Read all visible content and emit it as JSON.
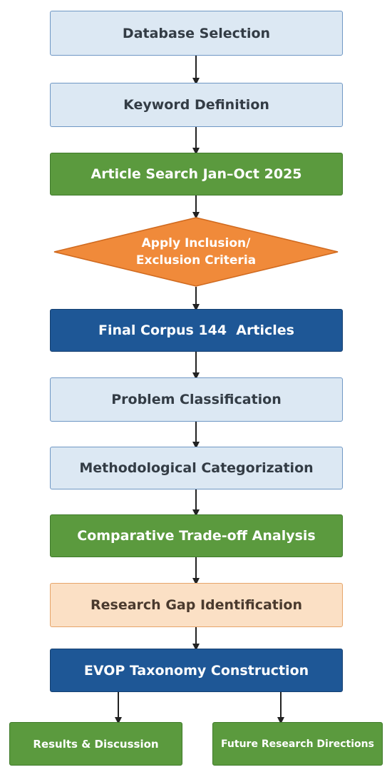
{
  "steps": {
    "database_selection": "Database Selection",
    "keyword_definition": "Keyword Definition",
    "article_search": "Article Search Jan–Oct 2025",
    "criteria_line1": "Apply Inclusion/",
    "criteria_line2": "Exclusion Criteria",
    "final_corpus": "Final Corpus 144  Articles",
    "problem_classification": "Problem Classification",
    "methodological_categorization": "Methodological Categorization",
    "tradeoff_analysis": "Comparative Trade-off Analysis",
    "research_gap": "Research Gap Identification",
    "taxonomy_construction": "EVOP Taxonomy Construction",
    "results_discussion": "Results & Discussion",
    "future_directions": "Future Research Directions"
  },
  "colors": {
    "light_fill": "#dce8f3",
    "green_fill": "#5b9a3e",
    "orange_fill": "#f08a3a",
    "blue_fill": "#1e5796",
    "peach_fill": "#fbe0c5",
    "arrow": "#222222"
  }
}
